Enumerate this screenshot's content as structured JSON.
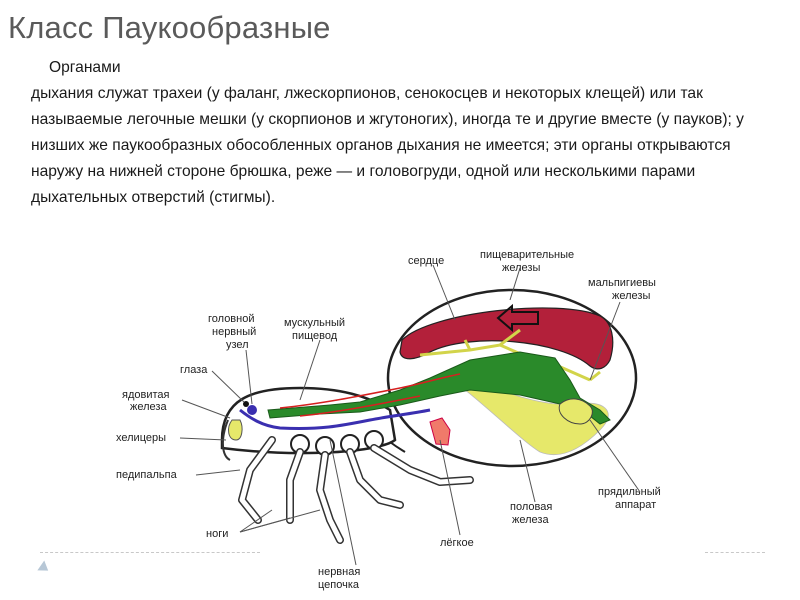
{
  "slide": {
    "title": "Класс Паукообразные",
    "paragraph_first": "Органами",
    "paragraph_rest": "дыхания служат трахеи (у фаланг, лжескорпионов, сенокосцев и некоторых клещей) или так называемые легочные мешки (у скорпионов и жгутоногих), иногда те и другие вместе (у пауков); у низших же паукообразных обособленных органов дыхания не имеется; эти органы открываются наружу на нижней стороне брюшка, реже — и головогруди, одной или несколькими парами дыхательных отверстий (стигмы)."
  },
  "diagram": {
    "labels": {
      "heart": "сердце",
      "digestive_glands_1": "пищеварительные",
      "digestive_glands_2": "железы",
      "malpighian_1": "мальпигиевы",
      "malpighian_2": "железы",
      "head_ganglion_1": "головной",
      "head_ganglion_2": "нервный",
      "head_ganglion_3": "узел",
      "muscular_1": "мускульный",
      "muscular_2": "пищевод",
      "eyes": "глаза",
      "venom_1": "ядовитая",
      "venom_2": "железа",
      "chelicerae": "хелицеры",
      "pedipalp": "педипальпа",
      "legs": "ноги",
      "nerve_chain_1": "нервная",
      "nerve_chain_2": "цепочка",
      "lung": "лёгкое",
      "sex_gland_1": "половая",
      "sex_gland_2": "железа",
      "spinneret_1": "прядильный",
      "spinneret_2": "аппарат"
    },
    "colors": {
      "heart": "#b3203a",
      "gut": "#2a8a2a",
      "yellow_gland": "#e6e86a",
      "nerve": "#3a2fb0",
      "vessel": "#d62020",
      "lung": "#f07a6a"
    }
  }
}
